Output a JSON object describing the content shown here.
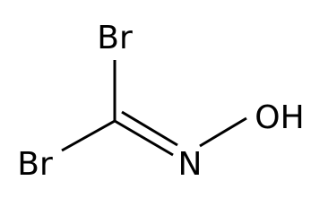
{
  "molecule": {
    "atoms": {
      "br_top": "Br",
      "br_bottom": "Br",
      "n": "N",
      "oh": "OH"
    }
  }
}
